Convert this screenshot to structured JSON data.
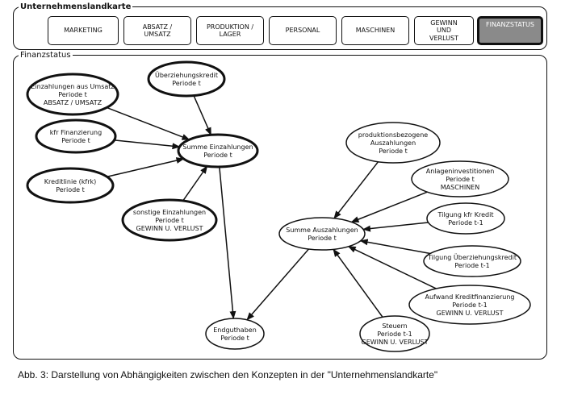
{
  "header": {
    "title": "Unternehmenslandkarte",
    "tabs": [
      {
        "label": "MARKETING",
        "active": false
      },
      {
        "label": "ABSATZ /\nUMSATZ",
        "active": false
      },
      {
        "label": "PRODUKTION /\nLAGER",
        "active": false
      },
      {
        "label": "PERSONAL",
        "active": false
      },
      {
        "label": "MASCHINEN",
        "active": false
      },
      {
        "label": "GEWINN\nUND\nVERLUST",
        "active": false
      },
      {
        "label": "FINANZSTATUS",
        "active": true
      }
    ]
  },
  "main": {
    "title": "Finanzstatus",
    "nodes": [
      {
        "id": "einzahlungen-umsatz",
        "lines": [
          "Einzahlungen aus Umsatz",
          "Periode t",
          "ABSATZ / UMSATZ"
        ],
        "bold": true
      },
      {
        "id": "ueberziehungskredit",
        "lines": [
          "Überziehungskredit",
          "Periode t"
        ],
        "bold": true
      },
      {
        "id": "kfr-finanzierung",
        "lines": [
          "kfr Finanzierung",
          "Periode t"
        ],
        "bold": true
      },
      {
        "id": "kreditlinie",
        "lines": [
          "Kreditlinie (kfrk)",
          "Periode t"
        ],
        "bold": true
      },
      {
        "id": "summe-einzahlungen",
        "lines": [
          "Summe Einzahlungen",
          "Periode t"
        ],
        "bold": true
      },
      {
        "id": "sonstige-einzahlungen",
        "lines": [
          "sonstige Einzahlungen",
          "Periode t",
          "GEWINN U. VERLUST"
        ],
        "bold": true
      },
      {
        "id": "endguthaben",
        "lines": [
          "Endguthaben",
          "Periode t"
        ],
        "bold": false
      },
      {
        "id": "produktionsbezogene-auszahlungen",
        "lines": [
          "produktionsbezogene",
          "Auszahlungen",
          "Periode t"
        ],
        "bold": false
      },
      {
        "id": "anlageninvestitionen",
        "lines": [
          "Anlageninvestitionen",
          "Periode t",
          "MASCHINEN"
        ],
        "bold": false
      },
      {
        "id": "tilgung-kfr-kredit",
        "lines": [
          "Tilgung kfr Kredit",
          "Periode t-1"
        ],
        "bold": false
      },
      {
        "id": "summe-auszahlungen",
        "lines": [
          "Summe Auszahlungen",
          "Periode t"
        ],
        "bold": false
      },
      {
        "id": "tilgung-ueberziehungskredit",
        "lines": [
          "Tilgung Überziehungskredit",
          "Periode t-1"
        ],
        "bold": false
      },
      {
        "id": "aufwand-kreditfinanzierung",
        "lines": [
          "Aufwand Kreditfinanzierung",
          "Periode t-1",
          "GEWINN U. VERLUST"
        ],
        "bold": false
      },
      {
        "id": "steuern",
        "lines": [
          "Steuern",
          "Periode t-1",
          "GEWINN U. VERLUST"
        ],
        "bold": false
      }
    ],
    "edges": [
      {
        "from": "einzahlungen-umsatz",
        "to": "summe-einzahlungen"
      },
      {
        "from": "ueberziehungskredit",
        "to": "summe-einzahlungen"
      },
      {
        "from": "kfr-finanzierung",
        "to": "summe-einzahlungen"
      },
      {
        "from": "kreditlinie",
        "to": "summe-einzahlungen"
      },
      {
        "from": "sonstige-einzahlungen",
        "to": "summe-einzahlungen"
      },
      {
        "from": "summe-einzahlungen",
        "to": "endguthaben"
      },
      {
        "from": "summe-auszahlungen",
        "to": "endguthaben"
      },
      {
        "from": "produktionsbezogene-auszahlungen",
        "to": "summe-auszahlungen"
      },
      {
        "from": "anlageninvestitionen",
        "to": "summe-auszahlungen"
      },
      {
        "from": "tilgung-kfr-kredit",
        "to": "summe-auszahlungen"
      },
      {
        "from": "tilgung-ueberziehungskredit",
        "to": "summe-auszahlungen"
      },
      {
        "from": "aufwand-kreditfinanzierung",
        "to": "summe-auszahlungen"
      },
      {
        "from": "steuern",
        "to": "summe-auszahlungen"
      }
    ]
  },
  "caption": "Abb. 3: Darstellung von Abhängigkeiten zwischen den Konzepten in der \"Unternehmenslandkarte\""
}
